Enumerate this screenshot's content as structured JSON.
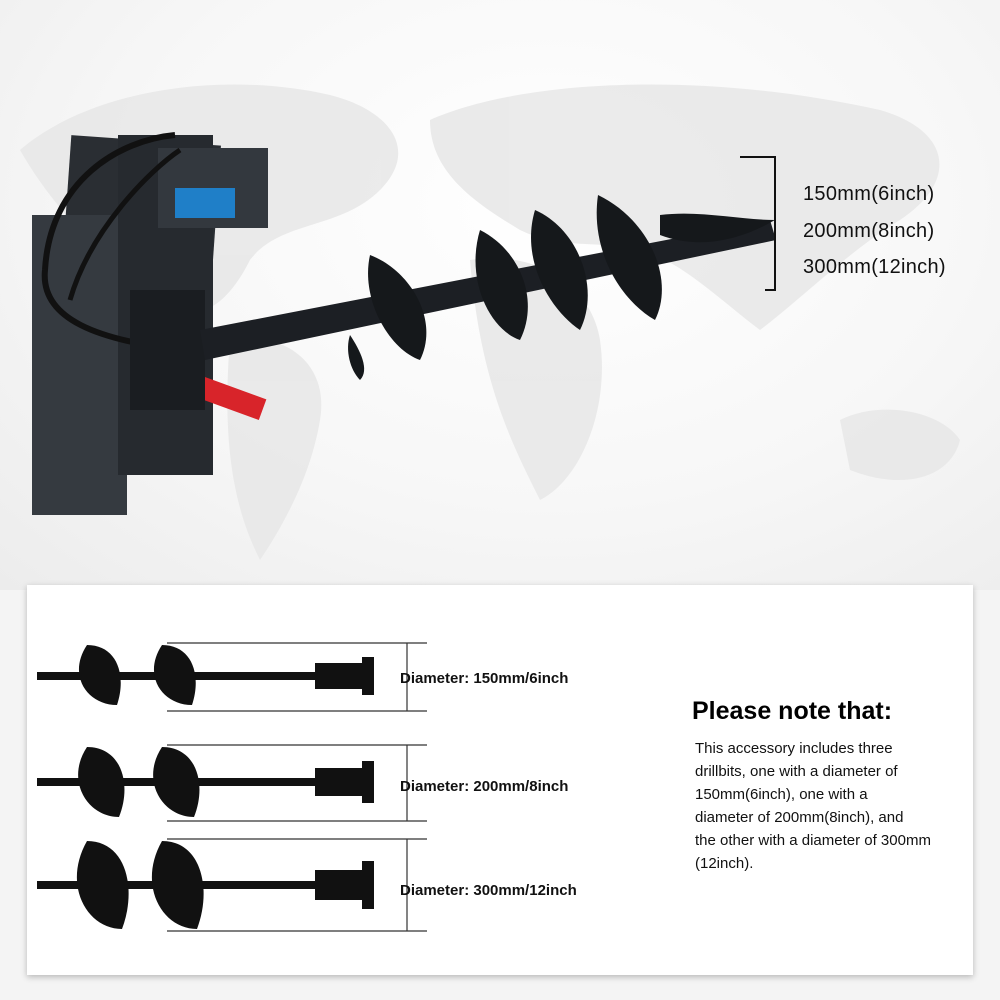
{
  "hero": {
    "sizes": [
      "150mm(6inch)",
      "200mm(8inch)",
      "300mm(12inch)"
    ]
  },
  "panel": {
    "augers": [
      {
        "label": "Diameter: 150mm/6inch"
      },
      {
        "label": "Diameter: 200mm/8inch"
      },
      {
        "label": "Diameter: 300mm/12inch"
      }
    ],
    "note": {
      "title": "Please note that:",
      "lines": [
        "This accessory includes three",
        "drillbits, one with a diameter of",
        "150mm(6inch), one with a",
        "diameter of 200mm(8inch), and",
        "the other with a diameter of 300mm",
        "(12inch)."
      ]
    }
  },
  "colors": {
    "metal": "#1c1f24",
    "hose_red": "#d8242a",
    "blue": "#1f7fc8"
  }
}
